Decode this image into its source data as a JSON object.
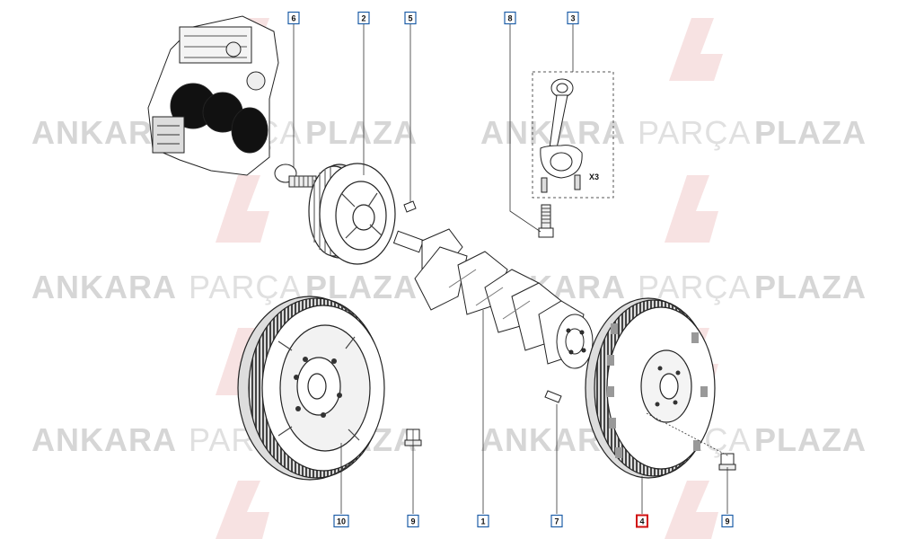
{
  "watermark": {
    "brand_bold_left": "ANKARA",
    "brand_light": "PARÇA",
    "brand_bold_right": "PLAZA",
    "color_dark": "#d9d9d9",
    "color_light": "#e4e4e4",
    "logo_color": "#f2d6d6"
  },
  "callouts": [
    {
      "label": "6",
      "highlight": false
    },
    {
      "label": "2",
      "highlight": false
    },
    {
      "label": "5",
      "highlight": false
    },
    {
      "label": "8",
      "highlight": false
    },
    {
      "label": "3",
      "highlight": false
    },
    {
      "label": "10",
      "highlight": false
    },
    {
      "label": "9",
      "highlight": false
    },
    {
      "label": "1",
      "highlight": false
    },
    {
      "label": "7",
      "highlight": false
    },
    {
      "label": "4",
      "highlight": true
    },
    {
      "label": "9",
      "highlight": false
    }
  ],
  "qty_label": "X3",
  "colors": {
    "callout_border": "#1f5fa8",
    "callout_highlight": "#d01010",
    "line": "#333333"
  }
}
